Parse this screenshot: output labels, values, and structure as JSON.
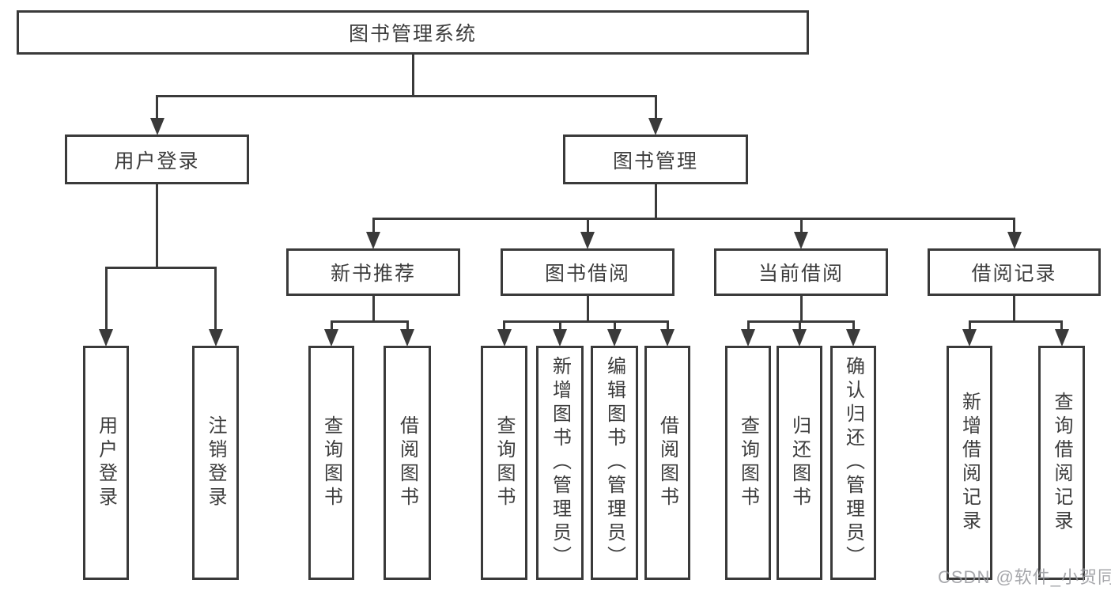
{
  "diagram": {
    "type": "hierarchy-tree",
    "line_color": "#3a3a3a",
    "text_color": "#3d3d3d",
    "watermark_color": "rgba(150,152,156,0.85)",
    "watermark": "CSDN @软件_小贺同学",
    "nodes": [
      {
        "id": "root",
        "label": "图书管理系统",
        "parent": null
      },
      {
        "id": "user-login",
        "label": "用户登录",
        "parent": "root"
      },
      {
        "id": "book-mgmt",
        "label": "图书管理",
        "parent": "root"
      },
      {
        "id": "new-book-rec",
        "label": "新书推荐",
        "parent": "book-mgmt"
      },
      {
        "id": "book-borrow",
        "label": "图书借阅",
        "parent": "book-mgmt"
      },
      {
        "id": "current-borrow",
        "label": "当前借阅",
        "parent": "book-mgmt"
      },
      {
        "id": "borrow-records",
        "label": "借阅记录",
        "parent": "book-mgmt"
      },
      {
        "id": "login-leaf",
        "label": "用户登录",
        "parent": "user-login"
      },
      {
        "id": "logout-leaf",
        "label": "注销登录",
        "parent": "user-login"
      },
      {
        "id": "query-book-1",
        "label": "查询图书",
        "parent": "new-book-rec"
      },
      {
        "id": "borrow-book-1",
        "label": "借阅图书",
        "parent": "new-book-rec"
      },
      {
        "id": "query-book-2",
        "label": "查询图书",
        "parent": "book-borrow"
      },
      {
        "id": "add-book",
        "label": "新增图书（管理员）",
        "parent": "book-borrow"
      },
      {
        "id": "edit-book",
        "label": "编辑图书（管理员）",
        "parent": "book-borrow"
      },
      {
        "id": "borrow-book-2",
        "label": "借阅图书",
        "parent": "book-borrow"
      },
      {
        "id": "query-book-3",
        "label": "查询图书",
        "parent": "current-borrow"
      },
      {
        "id": "return-book",
        "label": "归还图书",
        "parent": "current-borrow"
      },
      {
        "id": "confirm-return",
        "label": "确认归还（管理员）",
        "parent": "current-borrow"
      },
      {
        "id": "add-borrow-record",
        "label": "新增借阅记录",
        "parent": "borrow-records"
      },
      {
        "id": "query-borrow-record",
        "label": "查询借阅记录",
        "parent": "borrow-records"
      }
    ]
  }
}
